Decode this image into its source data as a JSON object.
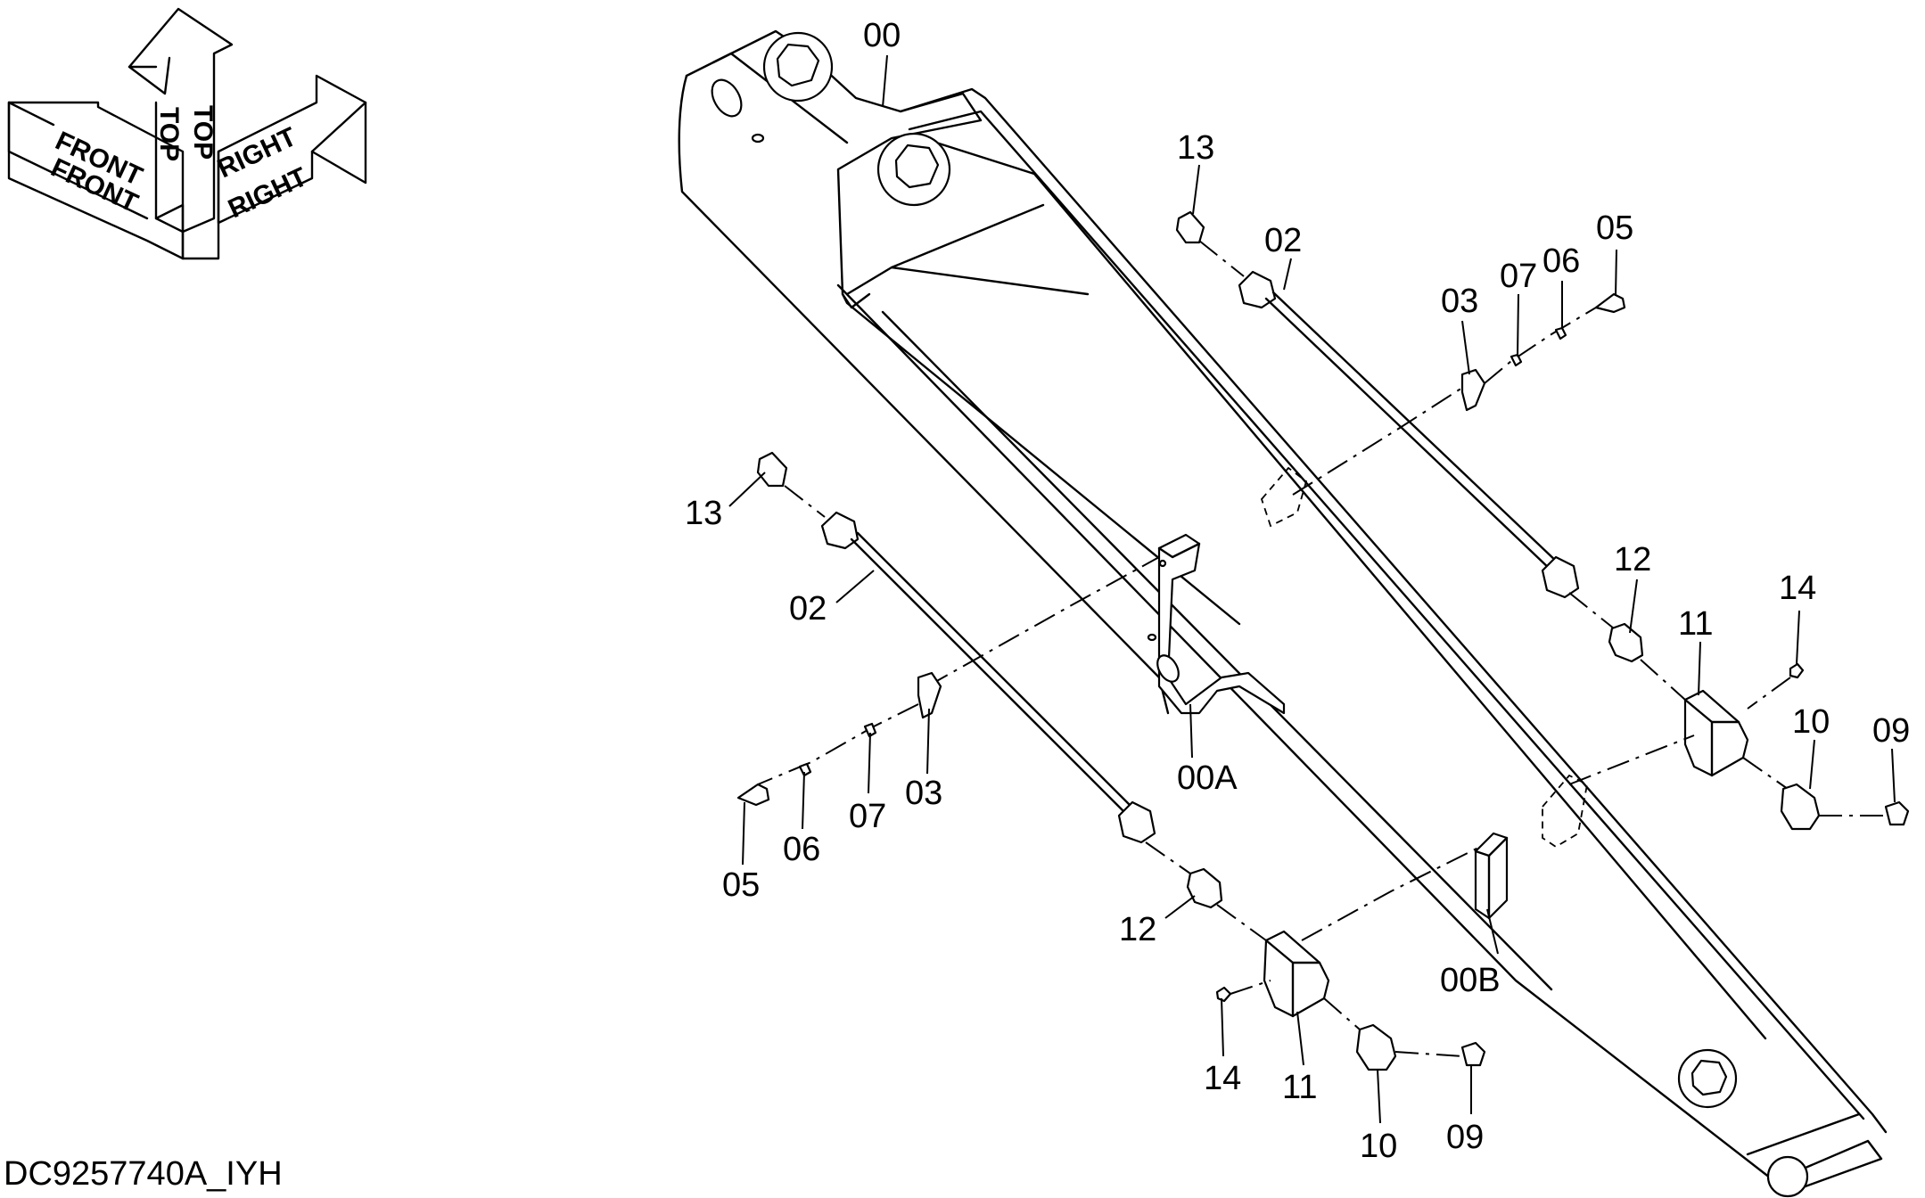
{
  "orientation": {
    "front": "FRONT",
    "top": "TOP",
    "right": "RIGHT"
  },
  "callouts": {
    "c00": "00",
    "c00A": "00A",
    "c00B": "00B",
    "c02": "02",
    "c03": "03",
    "c05": "05",
    "c06": "06",
    "c07": "07",
    "c09": "09",
    "c10": "10",
    "c11": "11",
    "c12": "12",
    "c13": "13",
    "c14": "14"
  },
  "drawing_id": "DC9257740A_IYH"
}
